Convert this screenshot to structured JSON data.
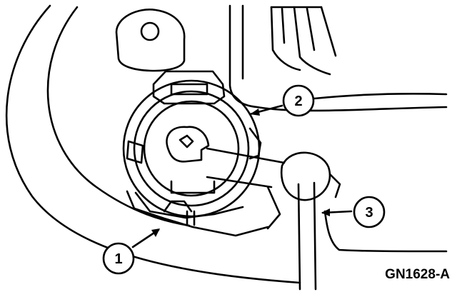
{
  "figure": {
    "callouts": [
      {
        "label": "1"
      },
      {
        "label": "2"
      },
      {
        "label": "3"
      }
    ],
    "figure_id": "GN1628-A"
  }
}
